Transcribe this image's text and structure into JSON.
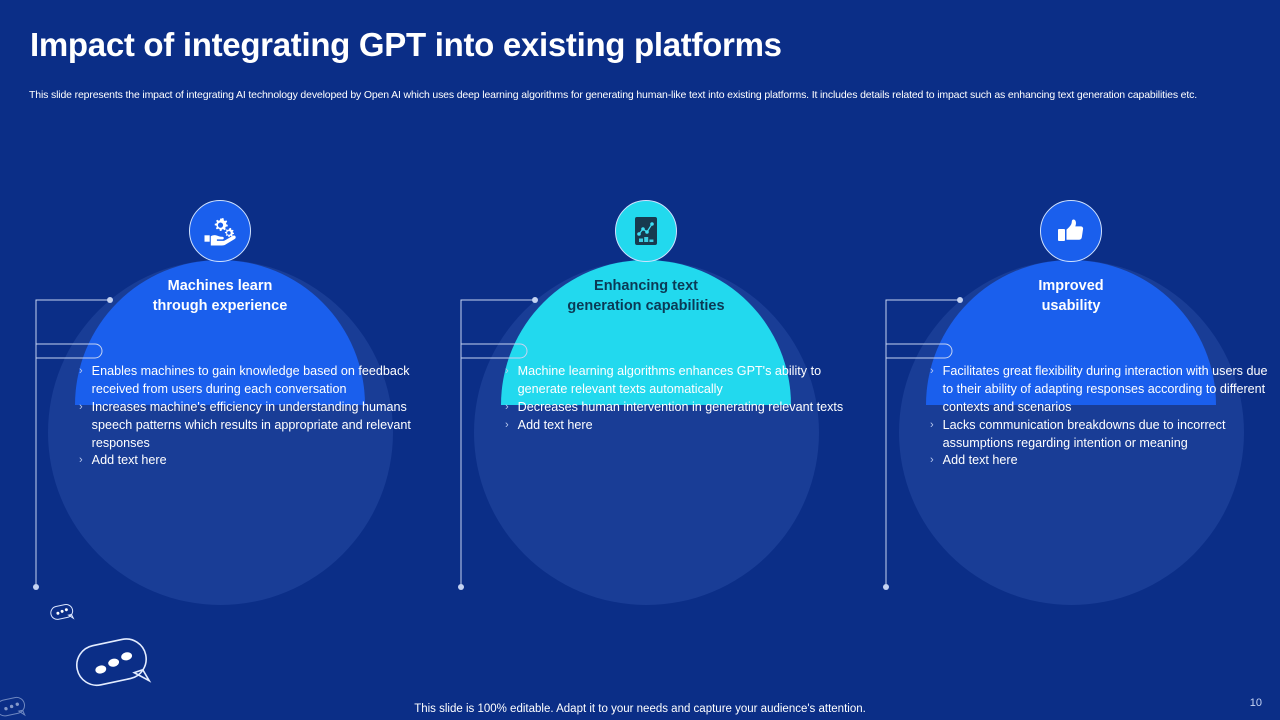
{
  "slide": {
    "title": "Impact of integrating GPT into existing platforms",
    "subtitle": "This slide represents the impact of integrating AI technology developed by Open AI which uses deep learning algorithms for generating human-like text into existing platforms. It includes details related to impact such as enhancing text generation capabilities etc.",
    "footer_note": "This slide is 100% editable. Adapt it to your needs and capture your audience's attention.",
    "page_number": "10"
  },
  "theme": {
    "background": "#0b2e87",
    "dome_blue": "#1a5fed",
    "dome_cyan": "#22d9ee",
    "circle_fill": "rgba(120,165,255,0.13)",
    "text_light": "#ffffff",
    "text_dark": "#0b2e5e",
    "connector_line": "#c5d3f2"
  },
  "columns": [
    {
      "icon": "hand-gears-icon",
      "icon_bg": "#1a5fed",
      "icon_color": "#ffffff",
      "dome_color": "#1a5fed",
      "title": "Machines learn\nthrough experience",
      "title_color": "#ffffff",
      "bullet_marker": "›",
      "bullets": [
        "Enables machines to gain knowledge based on feedback received from users during each conversation",
        "Increases machine's efficiency in understanding humans speech patterns which results in appropriate and relevant responses",
        "Add text here"
      ]
    },
    {
      "icon": "document-network-icon",
      "icon_bg": "#22d9ee",
      "icon_color": "#123148",
      "dome_color": "#22d9ee",
      "title": "Enhancing text\ngeneration capabilities",
      "title_color": "#0b3a55",
      "bullet_marker": "›",
      "bullets": [
        "Machine learning algorithms enhances GPT's ability to generate relevant texts automatically",
        "Decreases human intervention in generating relevant texts",
        "Add text here"
      ]
    },
    {
      "icon": "thumbs-up-icon",
      "icon_bg": "#1a5fed",
      "icon_color": "#ffffff",
      "dome_color": "#1a5fed",
      "title": "Improved\nusability",
      "title_color": "#ffffff",
      "bullet_marker": "›",
      "bullets": [
        "Facilitates great flexibility during interaction with users due to their ability of adapting responses according to different contexts and scenarios",
        "Lacks communication breakdowns due to incorrect assumptions regarding intention or meaning",
        "Add text here"
      ]
    }
  ],
  "decorations": [
    {
      "name": "chat-bubble-small"
    },
    {
      "name": "chat-bubble-large"
    },
    {
      "name": "chat-bubble-corner"
    }
  ]
}
